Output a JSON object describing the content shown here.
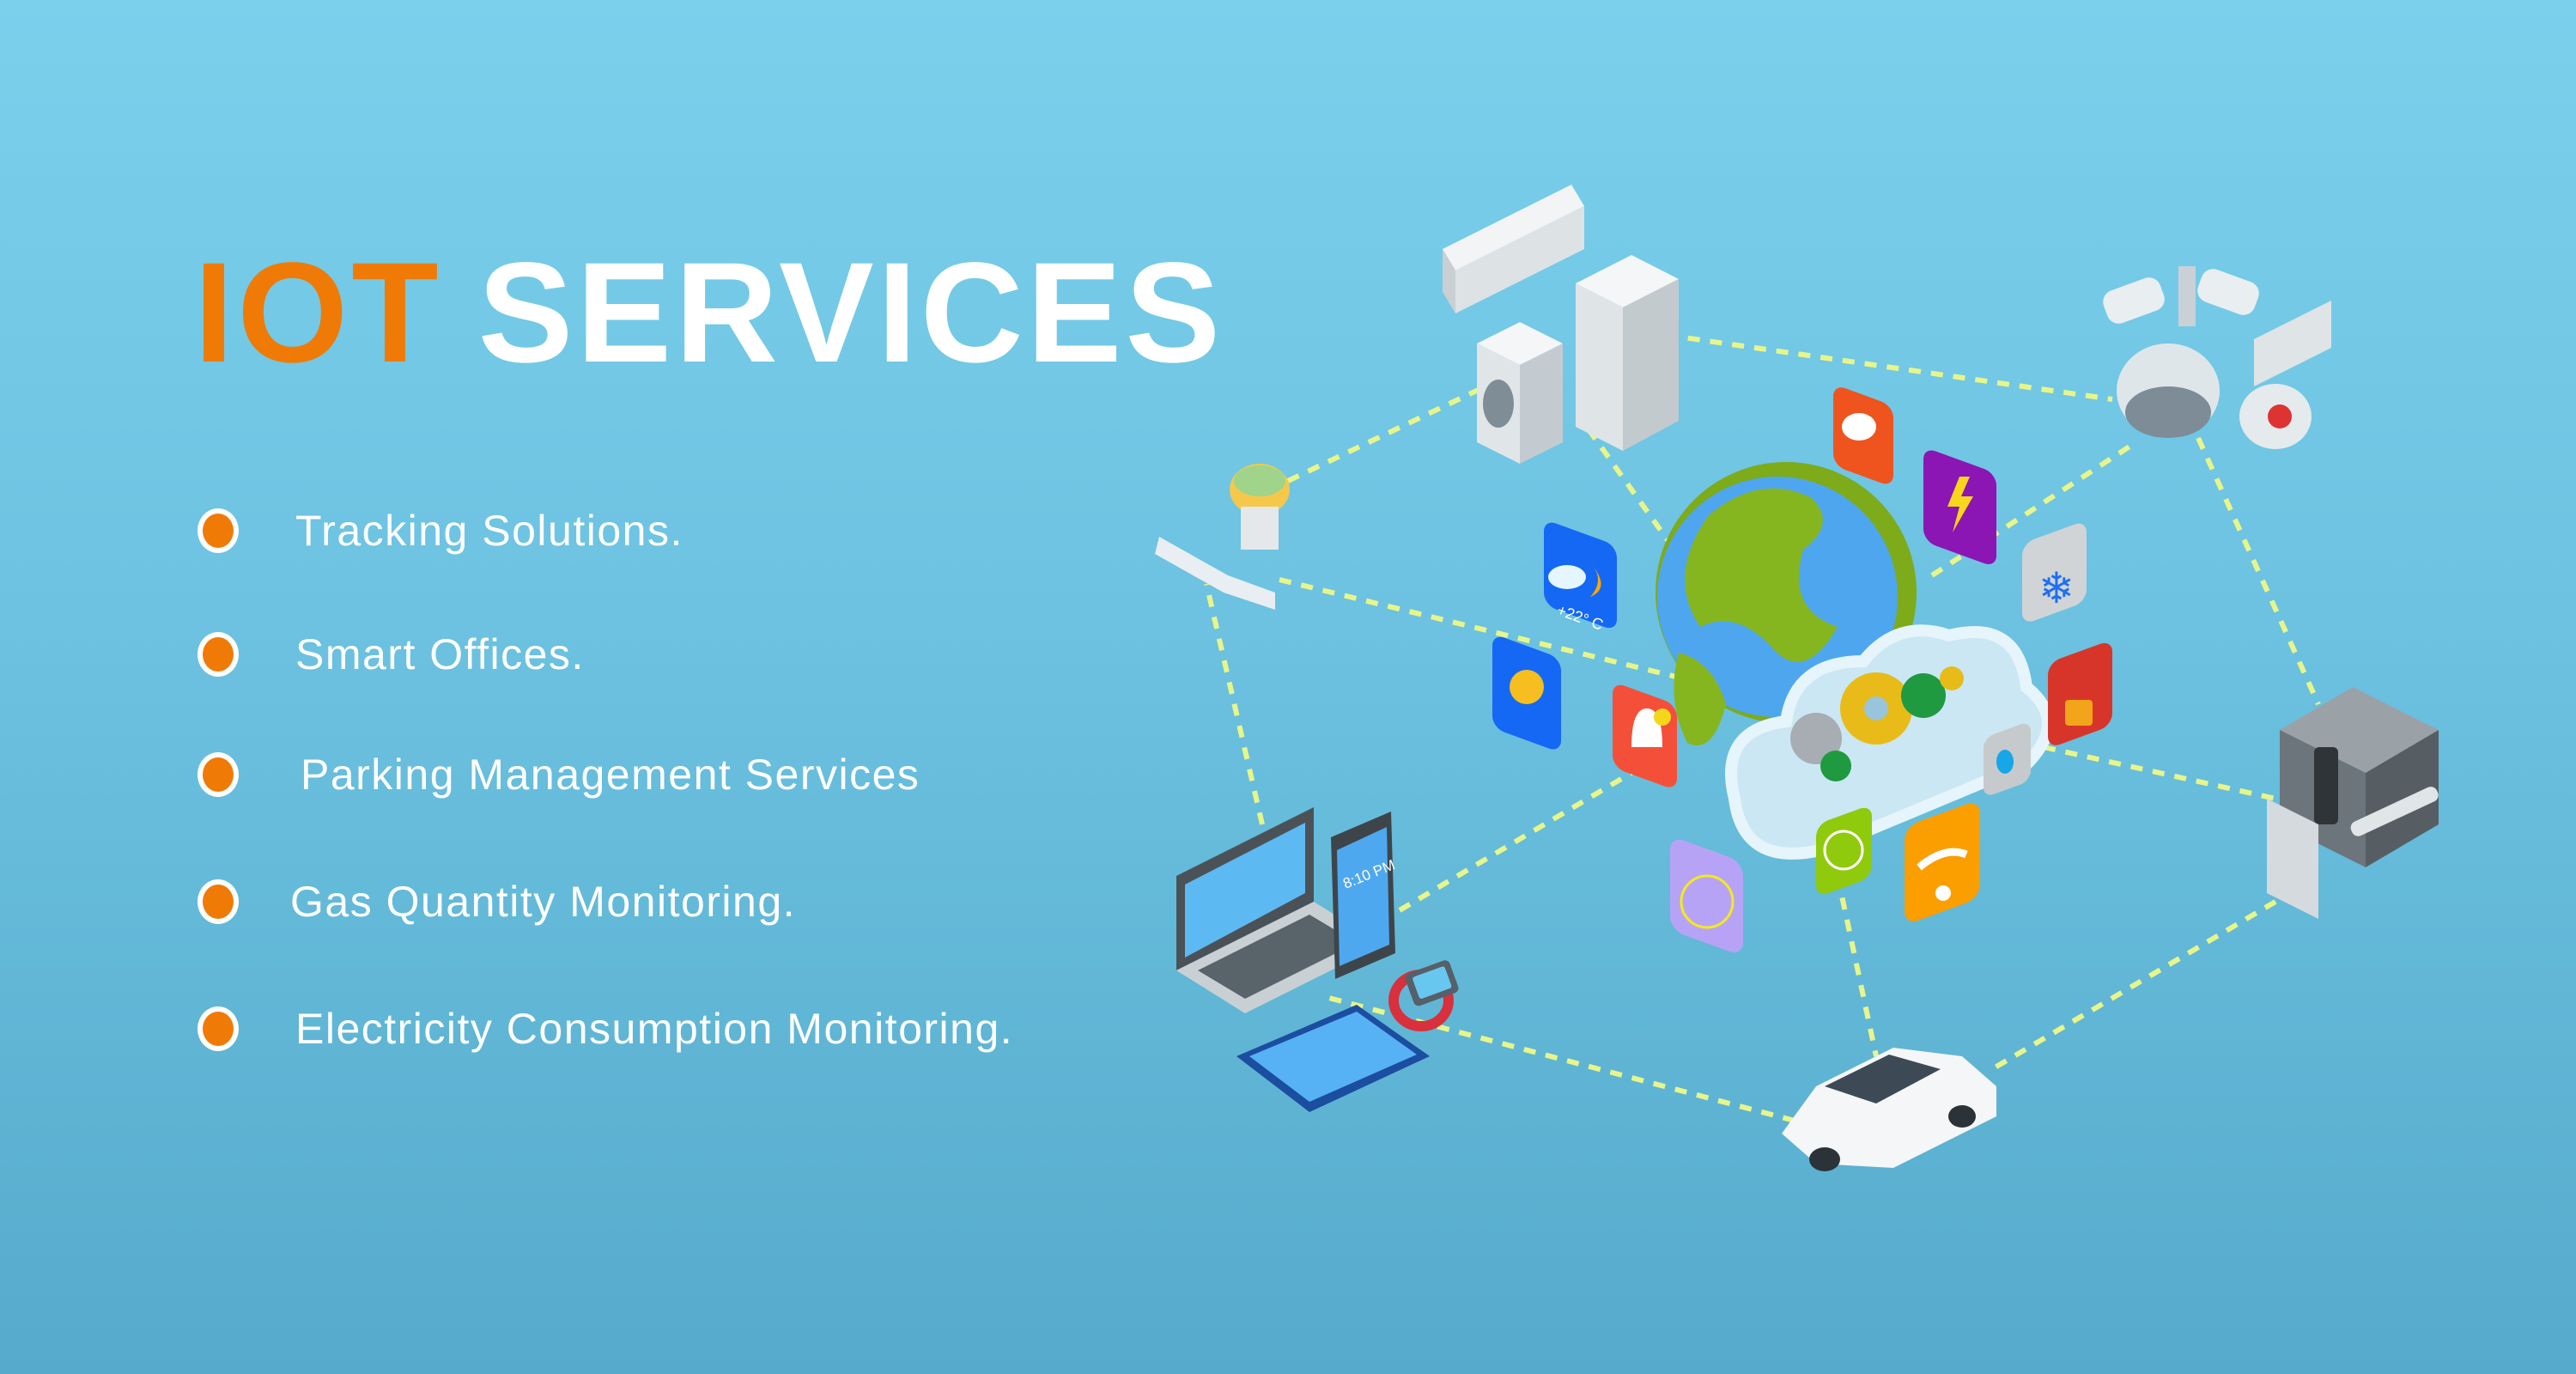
{
  "header": {
    "title_accent": "IOT",
    "title_main": "SERVICES"
  },
  "services": [
    {
      "label": "Tracking Solutions."
    },
    {
      "label": "Smart Offices."
    },
    {
      "label": "Parking Management Services"
    },
    {
      "label": "Gas Quantity Monitoring."
    },
    {
      "label": "Electricity Consumption Monitoring."
    }
  ],
  "illustration": {
    "weather_icon_text": "+22° C",
    "phone_time": "8:10 PM",
    "devices": [
      "air-conditioner",
      "washing-machine",
      "refrigerator",
      "security-camera",
      "thermostat",
      "smart-bulb",
      "smart-safe",
      "laptop",
      "smartphone",
      "smartwatch",
      "tablet",
      "car"
    ],
    "app_icons": [
      "chat-icon",
      "lightning-icon",
      "snowflake-icon",
      "lock-icon",
      "water-drop-icon",
      "wifi-icon",
      "globe-icon",
      "clock-icon",
      "bell-icon",
      "lightbulb-icon",
      "weather-icon"
    ]
  },
  "colors": {
    "accent": "#f07a06",
    "text": "#ffffff",
    "background": "#6cc2e0",
    "connector": "#e8f58a"
  }
}
